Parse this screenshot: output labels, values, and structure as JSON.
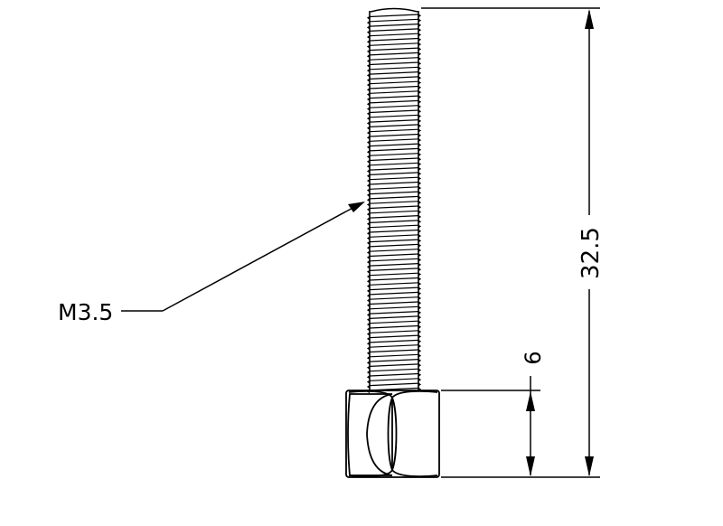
{
  "drawing": {
    "thread_callout": "M3.5",
    "overall_length_dim": "32.5",
    "head_height_dim": "6"
  },
  "colors": {
    "line": "#000000",
    "background": "#ffffff"
  }
}
